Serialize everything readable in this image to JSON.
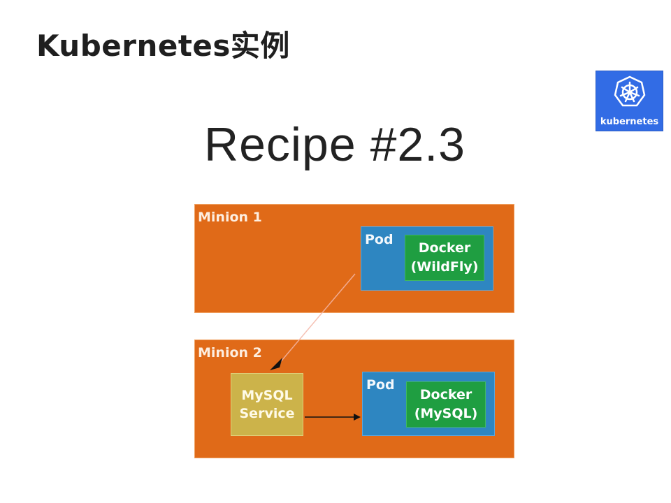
{
  "page": {
    "title": "Kubernetes实例"
  },
  "logo": {
    "text": "kubernetes"
  },
  "diagram": {
    "title": "Recipe #2.3",
    "minion1": {
      "label": "Minion 1",
      "pod": {
        "label": "Pod",
        "container": {
          "line1": "Docker",
          "line2": "(WildFly)"
        }
      }
    },
    "minion2": {
      "label": "Minion 2",
      "service": {
        "line1": "MySQL",
        "line2": "Service"
      },
      "pod": {
        "label": "Pod",
        "container": {
          "line1": "Docker",
          "line2": "(MySQL)"
        }
      }
    }
  },
  "colors": {
    "minion": "#e06a18",
    "pod": "#2e86c1",
    "container": "#1f9e41",
    "service": "#ccb34a",
    "logo": "#326ce5"
  }
}
